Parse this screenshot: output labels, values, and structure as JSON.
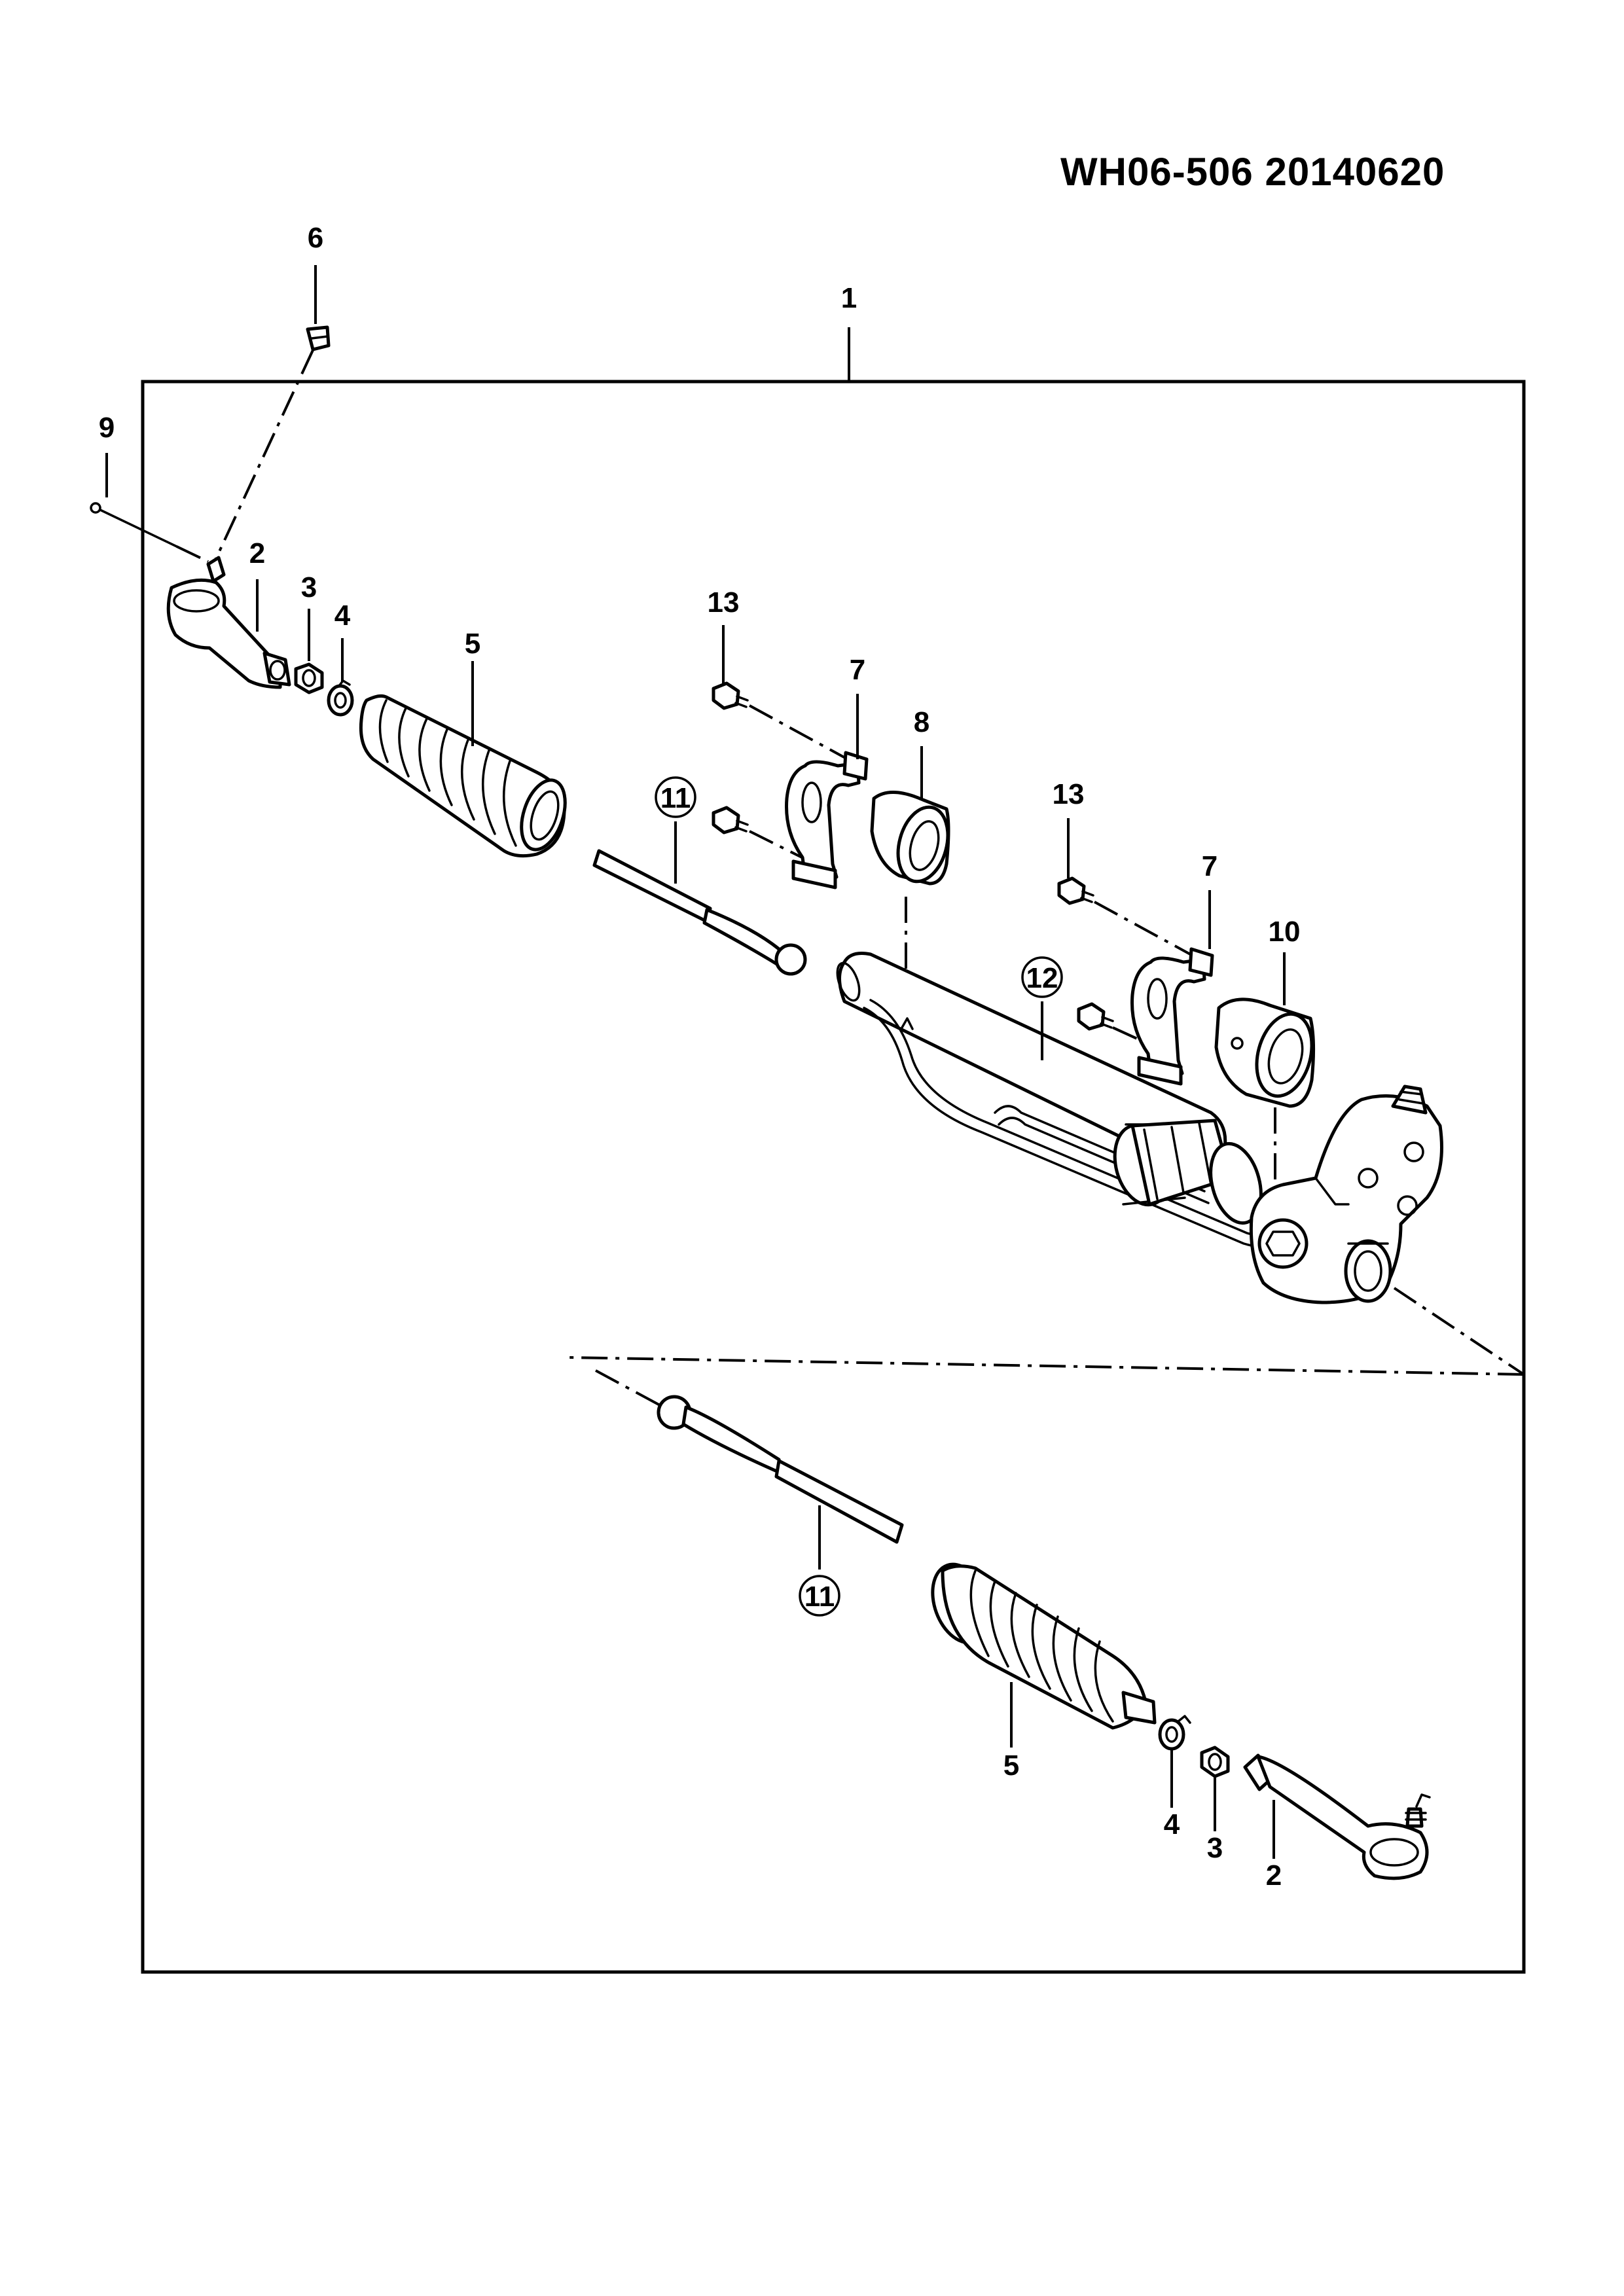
{
  "header": {
    "doc_code": "WH06-506  20140620"
  },
  "callouts": {
    "assembly": "1",
    "tie_rod_end": "2",
    "nut": "3",
    "clamp": "4",
    "boot": "5",
    "grease_fitting": "6",
    "bracket": "7",
    "bushing_left": "8",
    "cotter_pin": "9",
    "bushing_right": "10",
    "inner_tie_rod": "11",
    "rack_housing": "12",
    "bolt": "13"
  }
}
